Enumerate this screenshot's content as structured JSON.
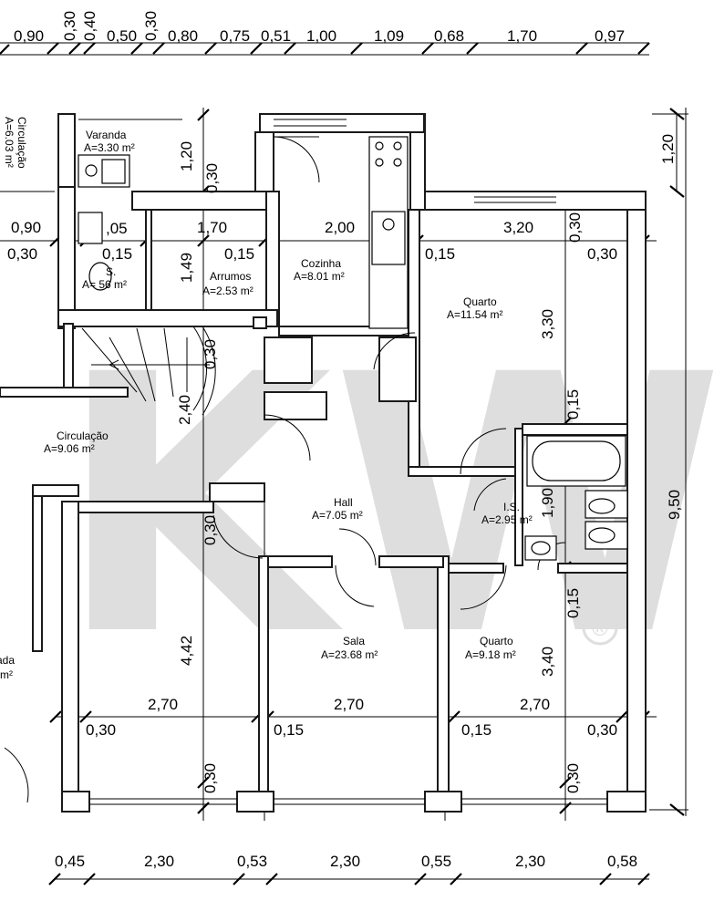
{
  "watermark": {
    "text": "KW",
    "registered": "®",
    "color": "#d3d3d3"
  },
  "colors": {
    "wall": "#1a1a1a",
    "line": "#000000",
    "watermark": "#d3d3d3"
  },
  "dimensions": {
    "top": [
      "0,90",
      "0,30",
      "0,40",
      "0,50",
      "0,30",
      "0,80",
      "0,75",
      "0,51",
      "1,00",
      "1,09",
      "0,68",
      "1,70",
      "0,97"
    ],
    "bottom": [
      "0,45",
      "2,30",
      "0,53",
      "2,30",
      "0,55",
      "2,30",
      "0,58"
    ],
    "right_total": "9,50",
    "right_top": "1,20",
    "interior": {
      "varanda_h": "1,20",
      "varanda_gap": "0,30",
      "left_090": "0,90",
      "left_030": "0,30",
      "wc_105": ",05",
      "wc_015": "0,15",
      "arr_170": "1,70",
      "arr_149": "1,49",
      "arr_015": "0,15",
      "coz_200": "2,00",
      "coz_015": "0,15",
      "q1_320": "3,20",
      "q1_030a": "0,30",
      "q1_030b": "0,30",
      "q1_330": "3,30",
      "q1_015": "0,15",
      "stair_030": "0,30",
      "stair_240": "2,40",
      "hall_030": "0,30",
      "is_190": "1,90",
      "q2_015": "0,15",
      "q2_340": "3,40",
      "sala_442": "4,42",
      "w1": "2,70",
      "w2": "2,70",
      "w3": "2,70",
      "b_030a": "0,30",
      "b_015a": "0,15",
      "b_015b": "0,15",
      "b_030b": "0,30",
      "b_030c": "0,30",
      "b_030d": "0,30"
    }
  },
  "rooms": {
    "varanda": {
      "name": "Varanda",
      "area": "A=3.30 m²"
    },
    "circ_top": {
      "name": "Circulação",
      "area": "A=6.03 m²"
    },
    "wc_small": {
      "name": "S.",
      "area": "A=  56 m²"
    },
    "arrumos": {
      "name": "Arrumos",
      "area": "A=2.53 m²"
    },
    "cozinha": {
      "name": "Cozinha",
      "area": "A=8.01 m²"
    },
    "quarto1": {
      "name": "Quarto",
      "area": "A=11.54 m²"
    },
    "circulacao": {
      "name": "Circulação",
      "area": "A=9.06 m²"
    },
    "hall": {
      "name": "Hall",
      "area": "A=7.05 m²"
    },
    "is": {
      "name": "I.S.",
      "area": "A=2.95 m²"
    },
    "sala": {
      "name": "Sala",
      "area": "A=23.68 m²"
    },
    "quarto2": {
      "name": "Quarto",
      "area": "A=9.18 m²"
    },
    "side_left": {
      "name": "ada",
      "area": "m²"
    }
  }
}
